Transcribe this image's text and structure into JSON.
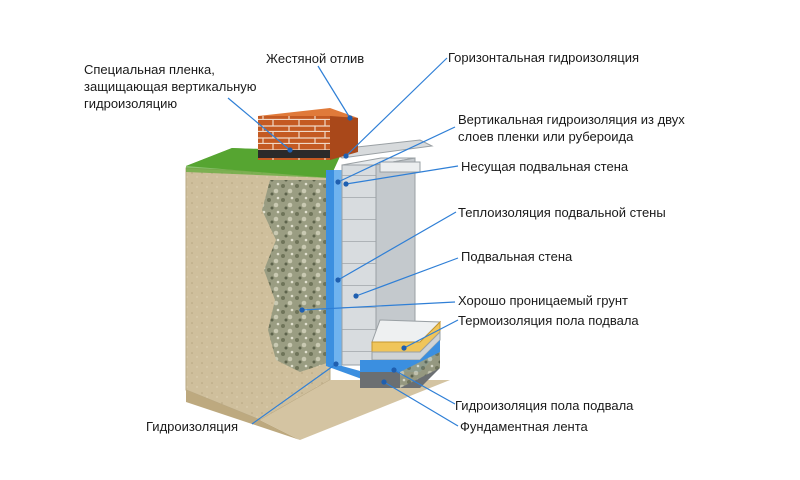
{
  "labels": {
    "special_film": [
      "Специальная пленка,",
      "защищающая вертикальную",
      "гидроизоляцию"
    ],
    "tin_drip": "Жестяной отлив",
    "horizontal_waterproofing": "Горизонтальная гидроизоляция",
    "vertical_waterproofing": [
      "Вертикальная гидроизоляция из двух",
      "слоев пленки или рубероида"
    ],
    "load_bearing_wall": "Несущая подвальная стена",
    "wall_insulation": "Теплоизоляция подвальной стены",
    "basement_wall": "Подвальная стена",
    "permeable_soil": "Хорошо проницаемый грунт",
    "floor_insulation": "Термоизоляция пола подвала",
    "floor_waterproofing": "Гидроизоляция пола подвала",
    "foundation_strip": "Фундаментная лента",
    "waterproofing": "Гидроизоляция"
  },
  "colors": {
    "pointer_line": "#2f7fd6",
    "pointer_dot": "#1f5fb0",
    "membrane": "#3b8fe0",
    "grass": "#4e9a2e",
    "soil": "#cdbb96",
    "brick": "#c0551f",
    "concrete_block": "#d9dde0"
  }
}
